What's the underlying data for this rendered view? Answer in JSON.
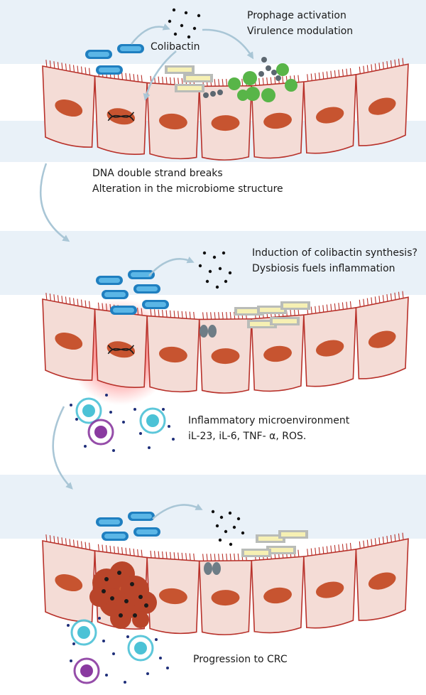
{
  "colors": {
    "band": "#e9f1f8",
    "cell_fill": "#f4dcd6",
    "cell_stroke": "#b8312a",
    "nucleus": "#c75430",
    "bacteria_fill": "#5bb6e6",
    "bacteria_stroke": "#1f7fc0",
    "commensal_fill": "#f6f0b3",
    "commensal_stroke": "#b9bcb8",
    "colibactin_dot": "#111111",
    "arrow": "#a9c6d6",
    "green_bacteria": "#58b548",
    "small_dot": "#5c6770",
    "inflammation_glow": "#ff2b2b",
    "immune_cyan": "#4cc2d6",
    "immune_purple": "#8a3aa0",
    "cytokine_dot": "#1f2f7a",
    "tumor": "#b9452a"
  },
  "panel1": {
    "colibactin_label": "Colibactin",
    "effects": [
      "Prophage activation",
      "Virulence modulation"
    ],
    "consequences": [
      "DNA double strand breaks",
      "Alteration in the microbiome structure"
    ]
  },
  "panel2": {
    "effects": [
      "Induction of colibactin synthesis?",
      "Dysbiosis fuels inflammation"
    ],
    "microenvironment": [
      "Inflammatory microenvironment",
      "iL-23, iL-6, TNF- α, ROS."
    ]
  },
  "panel3": {
    "outcome": "Progression to CRC"
  }
}
